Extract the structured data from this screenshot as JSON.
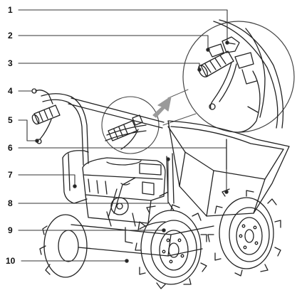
{
  "callouts": [
    {
      "id": "1",
      "label": "1"
    },
    {
      "id": "2",
      "label": "2"
    },
    {
      "id": "3",
      "label": "3"
    },
    {
      "id": "4",
      "label": "4"
    },
    {
      "id": "5",
      "label": "5"
    },
    {
      "id": "6",
      "label": "6"
    },
    {
      "id": "7",
      "label": "7"
    },
    {
      "id": "8",
      "label": "8"
    },
    {
      "id": "9",
      "label": "9"
    },
    {
      "id": "10",
      "label": "10"
    }
  ],
  "colors": {
    "line": "#222222",
    "leader": "#333333",
    "arrow": "#9a9a9a",
    "background": "#ffffff"
  }
}
